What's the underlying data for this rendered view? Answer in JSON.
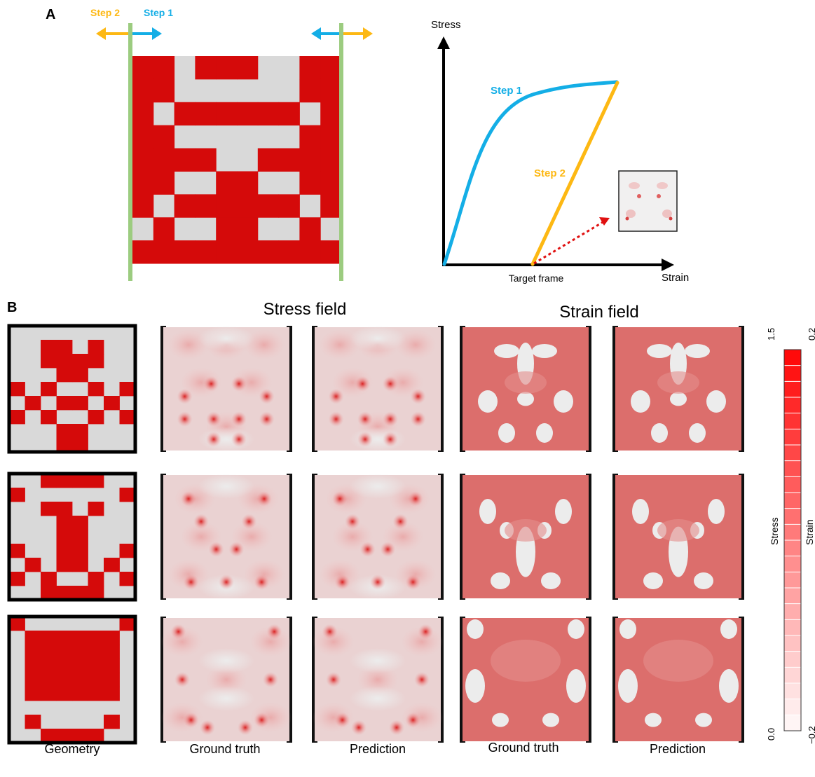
{
  "panel_a": {
    "label": "A",
    "step2_label": "Step 2",
    "step1_label": "Step 1",
    "curve_step1_label": "Step 1",
    "curve_step2_label": "Step 2",
    "y_axis_label": "Stress",
    "x_axis_label": "Strain",
    "target_label": "Target frame",
    "colors": {
      "material": "#d50a0a",
      "void": "#d9d9d9",
      "step1": "#14aee6",
      "step2": "#fdb813",
      "grip": "#9ccc80",
      "pointer": "#e01010"
    },
    "main_grid": [
      "1101110011",
      "1100000011",
      "1011111101",
      "1100000011",
      "1111001111",
      "1100110011",
      "1011111101",
      "0100110010",
      "1111111111"
    ]
  },
  "panel_b": {
    "label": "B",
    "stress_title": "Stress field",
    "strain_title": "Strain field",
    "column_labels": [
      "Geometry",
      "Ground truth",
      "Prediction",
      "Ground truth",
      "Prediction"
    ],
    "geometries": [
      [
        "00000000",
        "00110100",
        "00111100",
        "00011000",
        "10100101",
        "01011010",
        "10100101",
        "00011000",
        "00011000"
      ],
      [
        "00111100",
        "10000001",
        "00110100",
        "00011000",
        "00011000",
        "10011001",
        "01011010",
        "10100101",
        "00111100"
      ],
      [
        "10000001",
        "01111110",
        "01111110",
        "01111110",
        "01111110",
        "01111110",
        "00000000",
        "01000010",
        "00111100"
      ]
    ],
    "colorbar": {
      "stress_label": "Stress",
      "strain_label": "Strain",
      "stress_max": "1.5",
      "stress_min": "0.0",
      "strain_max": "0.2",
      "strain_min": "−0.2",
      "bands": 24
    }
  }
}
